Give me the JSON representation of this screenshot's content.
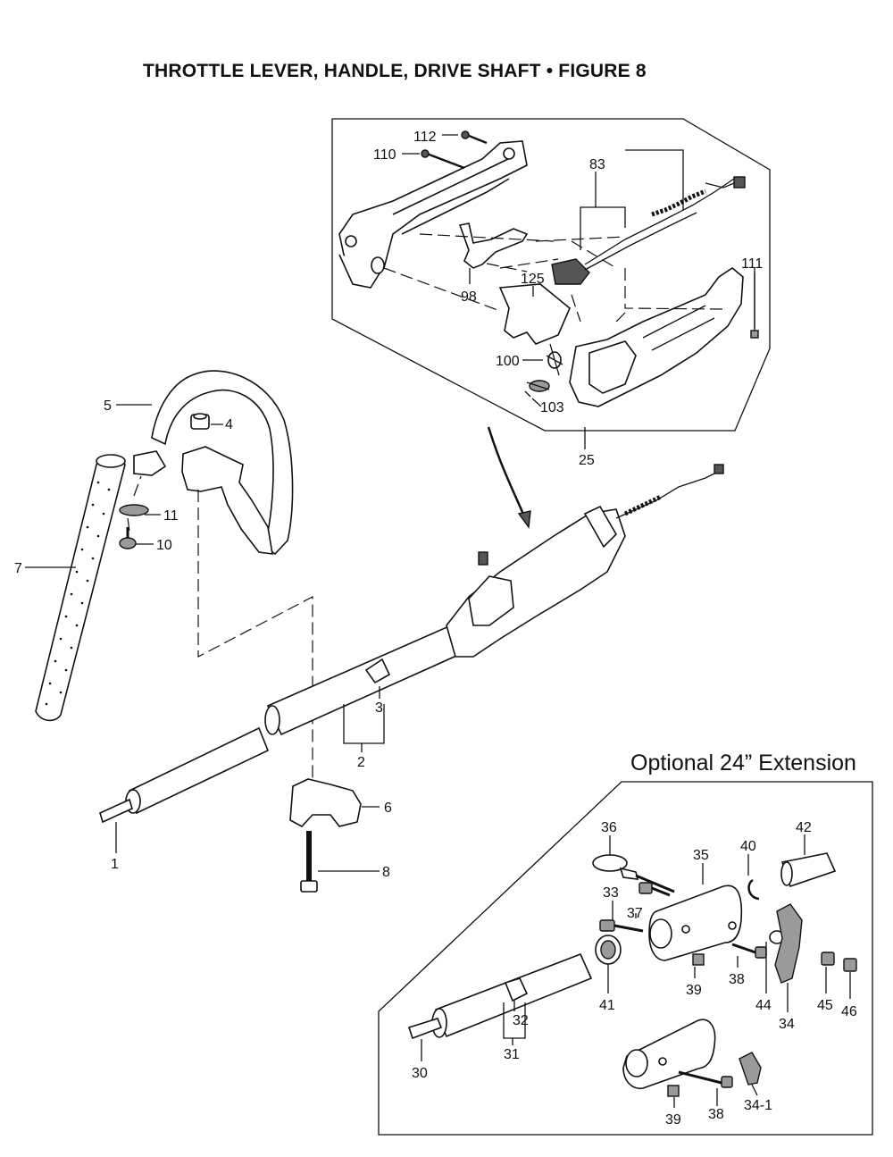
{
  "title": "THROTTLE LEVER, HANDLE, DRIVE SHAFT  •  FIGURE 8",
  "extension_title": "Optional 24” Extension",
  "callouts": {
    "c112": "112",
    "c110": "110",
    "c83": "83",
    "c111": "111",
    "c125": "125",
    "c98": "98",
    "c100": "100",
    "c103": "103",
    "c25": "25",
    "c5": "5",
    "c4": "4",
    "c11": "11",
    "c10": "10",
    "c7": "7",
    "c3": "3",
    "c2": "2",
    "c6": "6",
    "c1": "1",
    "c8": "8",
    "c36": "36",
    "c35": "35",
    "c40": "40",
    "c42": "42",
    "c33": "33",
    "c37": "37",
    "c41": "41",
    "c39a": "39",
    "c38a": "38",
    "c44": "44",
    "c34": "34",
    "c45": "45",
    "c46": "46",
    "c32": "32",
    "c31": "31",
    "c30": "30",
    "c39b": "39",
    "c38b": "38",
    "c34_1": "34-1"
  }
}
